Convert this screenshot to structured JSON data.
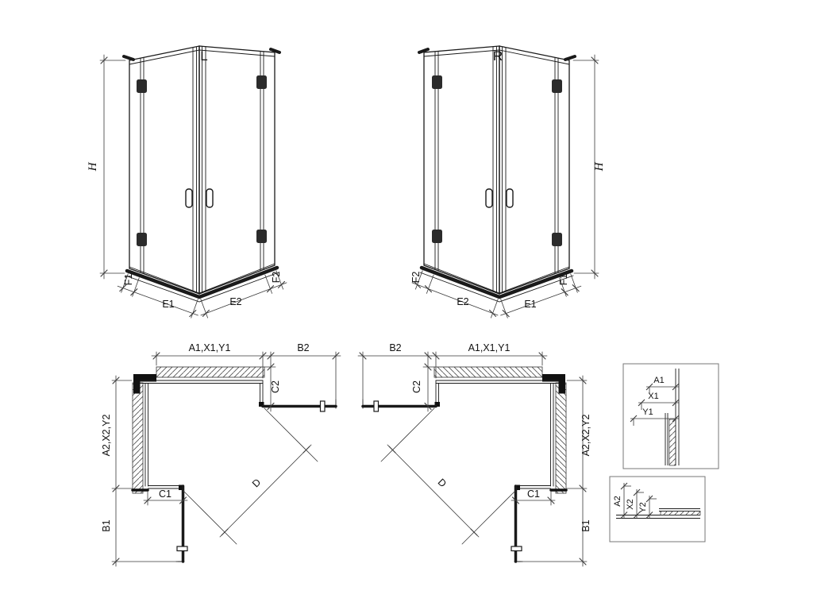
{
  "canvas": {
    "background": "#ffffff",
    "line_color": "#1a1a1a",
    "dim_color": "#3a3a3a"
  },
  "iso_left": {
    "label": "L",
    "dim_h": "H",
    "dim_f1": "F1",
    "dim_e1": "E1",
    "dim_e2": "E2",
    "dim_f2": "F2"
  },
  "iso_right": {
    "label": "R",
    "dim_h": "H",
    "dim_f1": "F1",
    "dim_e1": "E1",
    "dim_e2": "E2",
    "dim_f2": "F2"
  },
  "plan_left": {
    "dim_width_top": "A1,X1,Y1",
    "dim_b2": "B2",
    "dim_c2": "C2",
    "dim_depth_left": "A2,X2,Y2",
    "dim_c1": "C1",
    "dim_b1": "B1",
    "dim_d": "D"
  },
  "plan_right": {
    "dim_width_top": "A1,X1,Y1",
    "dim_b2": "B2",
    "dim_c2": "C2",
    "dim_depth_left": "A2,X2,Y2",
    "dim_c1": "C1",
    "dim_b1": "B1",
    "dim_d": "D"
  },
  "detail_top": {
    "dim_a1": "A1",
    "dim_x1": "X1",
    "dim_y1": "Y1"
  },
  "detail_bottom": {
    "dim_a2": "A2",
    "dim_x2": "X2",
    "dim_y2": "Y2"
  }
}
